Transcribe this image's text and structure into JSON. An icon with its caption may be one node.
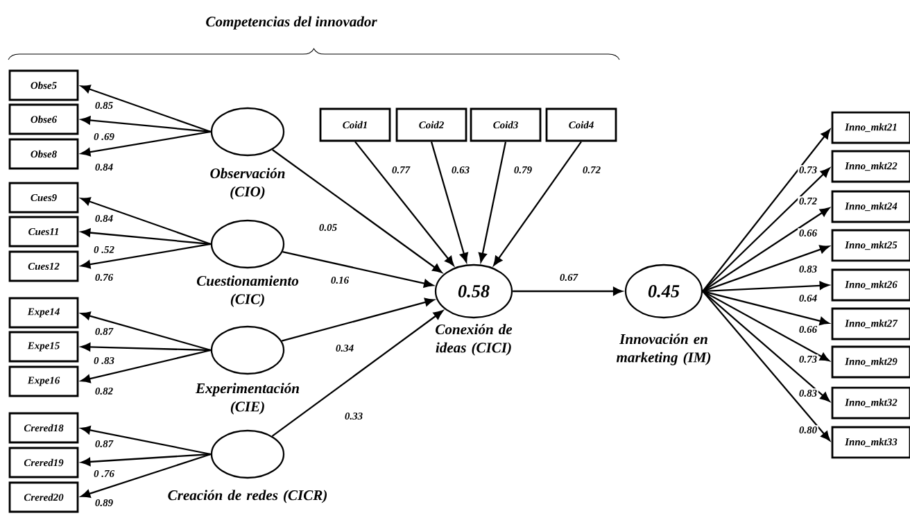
{
  "diagram": {
    "nodes": [
      {
        "text": [
          "Obse5"
        ]
      },
      {
        "text": [
          "Obse6"
        ]
      },
      {
        "text": [
          "Obse8"
        ]
      },
      {
        "text": [
          "Cues9"
        ]
      },
      {
        "text": [
          "Cues11"
        ]
      },
      {
        "text": [
          "Cues12"
        ]
      },
      {
        "text": [
          "Expe14"
        ]
      },
      {
        "text": [
          "Expe15"
        ]
      },
      {
        "text": [
          "Expe16"
        ]
      },
      {
        "text": [
          "Crered18"
        ]
      },
      {
        "text": [
          "Crered19"
        ]
      },
      {
        "text": [
          "Crered20"
        ]
      },
      {
        "text": [],
        "shape": "ellipse",
        "beside": [
          "Observación (CIO)"
        ]
      },
      {
        "text": [],
        "shape": "ellipse",
        "beside": [
          "Cuestionamiento (CIC)"
        ]
      },
      {
        "text": [],
        "shape": "ellipse",
        "beside": [
          "Experimentación (CIE)"
        ]
      },
      {
        "text": [],
        "shape": "ellipse",
        "beside": [
          "Creación de redes (CICR)"
        ]
      },
      {
        "text": [
          "Coid1"
        ]
      },
      {
        "text": [
          "Coid2"
        ]
      },
      {
        "text": [
          "Coid3"
        ]
      },
      {
        "text": [
          "Coid4"
        ]
      },
      {
        "text": [
          "0.58"
        ],
        "beside": [
          "Conexión de ideas (CICI)"
        ]
      },
      {
        "text": [
          "0.45"
        ],
        "beside": [
          "Innovación en marketing (IM)"
        ]
      },
      {
        "text": [
          "Inno_mkt21"
        ]
      },
      {
        "text": [
          "Inno_mkt22"
        ]
      },
      {
        "text": [
          "Inno_mkt24"
        ]
      },
      {
        "text": [
          "Inno_mkt25"
        ]
      },
      {
        "text": [
          "Inno_mkt26"
        ]
      },
      {
        "text": [
          "Inno_mkt27"
        ]
      },
      {
        "text": [
          "Inno_mkt29"
        ]
      },
      {
        "text": [
          "Inno_mkt32"
        ]
      },
      {
        "text": [
          "Inno_mkt33"
        ]
      }
    ],
    "edges": [
      {
        "from": 12,
        "to": 0,
        "arrow": "to",
        "label": "0.85"
      },
      {
        "from": 12,
        "to": 1,
        "arrow": "to",
        "label": "0 .69"
      },
      {
        "from": 12,
        "to": 2,
        "arrow": "to",
        "label": "0.84"
      },
      {
        "from": 13,
        "to": 3,
        "arrow": "to",
        "label": "0.84"
      },
      {
        "from": 13,
        "to": 4,
        "arrow": "to",
        "label": "0 .52"
      },
      {
        "from": 13,
        "to": 5,
        "arrow": "to",
        "label": "0.76"
      },
      {
        "from": 14,
        "to": 6,
        "arrow": "to",
        "label": "0.87"
      },
      {
        "from": 14,
        "to": 7,
        "arrow": "to",
        "label": "0 .83"
      },
      {
        "from": 14,
        "to": 8,
        "arrow": "to",
        "label": "0.82"
      },
      {
        "from": 15,
        "to": 9,
        "arrow": "to",
        "label": "0.87"
      },
      {
        "from": 15,
        "to": 10,
        "arrow": "to",
        "label": "0 .76"
      },
      {
        "from": 15,
        "to": 11,
        "arrow": "to",
        "label": "0.89"
      },
      {
        "from": 16,
        "to": 20,
        "arrow": "to",
        "label": "0.77"
      },
      {
        "from": 17,
        "to": 20,
        "arrow": "to",
        "label": "0.63"
      },
      {
        "from": 18,
        "to": 20,
        "arrow": "to",
        "label": "0.79"
      },
      {
        "from": 19,
        "to": 20,
        "arrow": "to",
        "label": "0.72"
      },
      {
        "from": 12,
        "to": 20,
        "arrow": "to",
        "label": "0.05"
      },
      {
        "from": 13,
        "to": 20,
        "arrow": "to",
        "label": "0.16"
      },
      {
        "from": 14,
        "to": 20,
        "arrow": "to",
        "label": "0.34"
      },
      {
        "from": 15,
        "to": 20,
        "arrow": "to",
        "label": "0.33"
      },
      {
        "from": 20,
        "to": 21,
        "arrow": "to",
        "label": "0.67"
      },
      {
        "from": 21,
        "to": 22,
        "arrow": "to",
        "label": "0.73"
      },
      {
        "from": 21,
        "to": 23,
        "arrow": "to",
        "label": "0.72"
      },
      {
        "from": 21,
        "to": 24,
        "arrow": "to",
        "label": "0.66"
      },
      {
        "from": 21,
        "to": 25,
        "arrow": "to",
        "label": "0.83"
      },
      {
        "from": 21,
        "to": 26,
        "arrow": "to",
        "label": "0.64"
      },
      {
        "from": 21,
        "to": 27,
        "arrow": "to",
        "label": "0.66"
      },
      {
        "from": 21,
        "to": 28,
        "arrow": "to",
        "label": "0.73"
      },
      {
        "from": 21,
        "to": 29,
        "arrow": "to",
        "label": "0.83"
      },
      {
        "from": 21,
        "to": 30,
        "arrow": "to",
        "label": "0.80"
      }
    ],
    "labels": [
      "Competencias del innovador"
    ]
  }
}
